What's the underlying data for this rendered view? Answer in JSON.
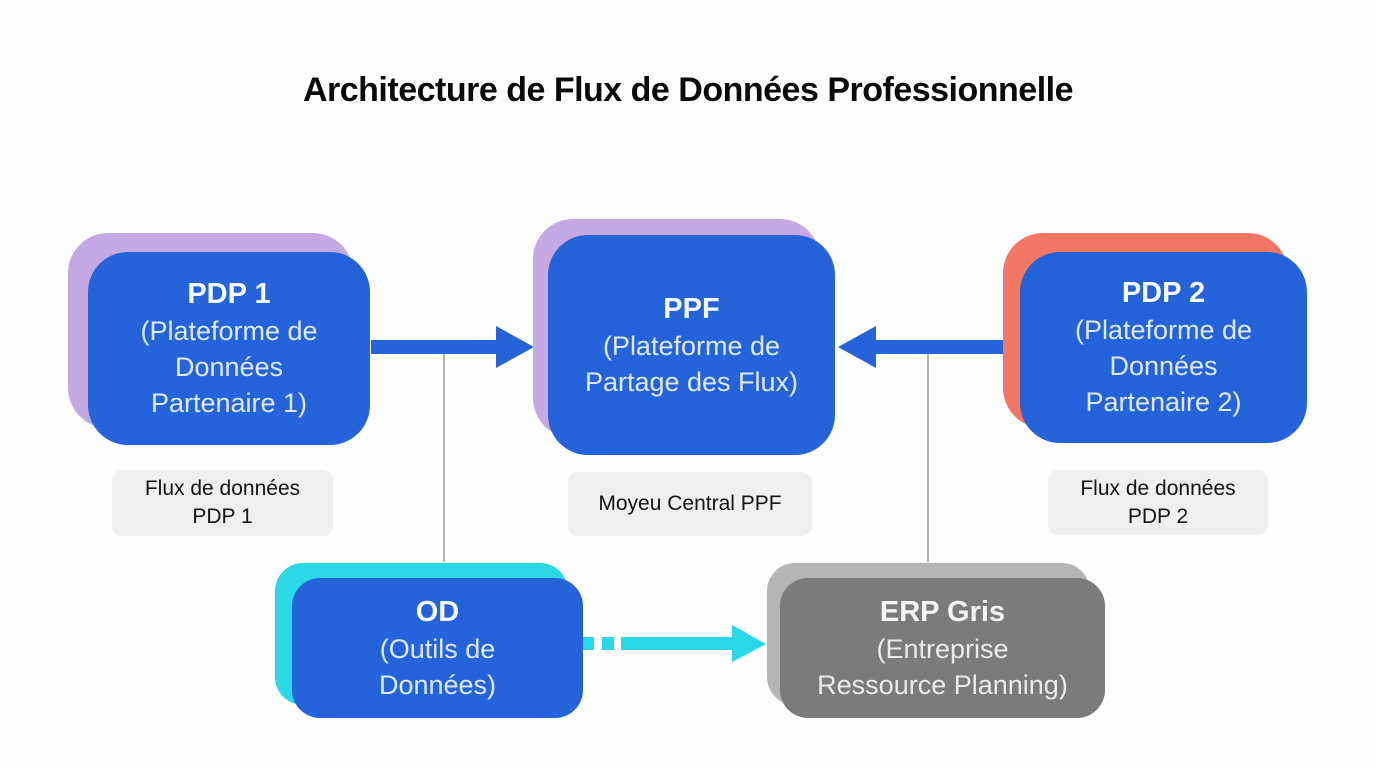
{
  "title": "Architecture de Flux de Données Professionnelle",
  "nodes": {
    "pdp1": {
      "title": "PDP 1",
      "subtitle_lines": [
        "(Plateforme de",
        "Données",
        "Partenaire 1)"
      ]
    },
    "ppf": {
      "title": "PPF",
      "subtitle_lines": [
        "(Plateforme de",
        "Partage des Flux)"
      ]
    },
    "pdp2": {
      "title": "PDP 2",
      "subtitle_lines": [
        "(Plateforme de",
        "Données",
        "Partenaire 2)"
      ]
    },
    "od": {
      "title": "OD",
      "subtitle_lines": [
        "(Outils de",
        "Données)"
      ]
    },
    "erp": {
      "title": "ERP Gris",
      "subtitle_lines": [
        "(Entreprise",
        "Ressource Planning)"
      ]
    }
  },
  "captions": {
    "pdp1_flow": {
      "lines": [
        "Flux de données",
        "PDP 1"
      ]
    },
    "ppf_hub": {
      "lines": [
        "Moyeu Central PPF"
      ]
    },
    "pdp2_flow": {
      "lines": [
        "Flux de données",
        "PDP 2"
      ]
    }
  },
  "connections": [
    {
      "from": "PDP 1",
      "to": "PPF",
      "style": "solid-arrow",
      "color": "#2563db"
    },
    {
      "from": "PDP 2",
      "to": "PPF",
      "style": "solid-arrow",
      "color": "#2563db"
    },
    {
      "from": "OD",
      "to": "ERP Gris",
      "style": "dashed-arrow",
      "color": "#29d8e8"
    },
    {
      "from": "PDP 1 arrow",
      "to": "OD",
      "style": "thin-line",
      "color": "#9a9a9a"
    },
    {
      "from": "PPF arrow",
      "to": "ERP Gris",
      "style": "thin-line",
      "color": "#9a9a9a"
    }
  ],
  "colors": {
    "node_blue": "#2563db",
    "node_gray": "#7b7b7b",
    "shadow_lavender": "#c4a9e4",
    "shadow_coral": "#f37765",
    "shadow_cyan": "#2bd9e6",
    "shadow_gray": "#b5b5b5",
    "caption_bg": "#efefef",
    "arrow_blue": "#2563db",
    "arrow_cyan": "#29d8e8",
    "connector_gray": "#9a9a9a",
    "title_text": "#0b0b0b",
    "node_text": "#f5f9ff"
  }
}
